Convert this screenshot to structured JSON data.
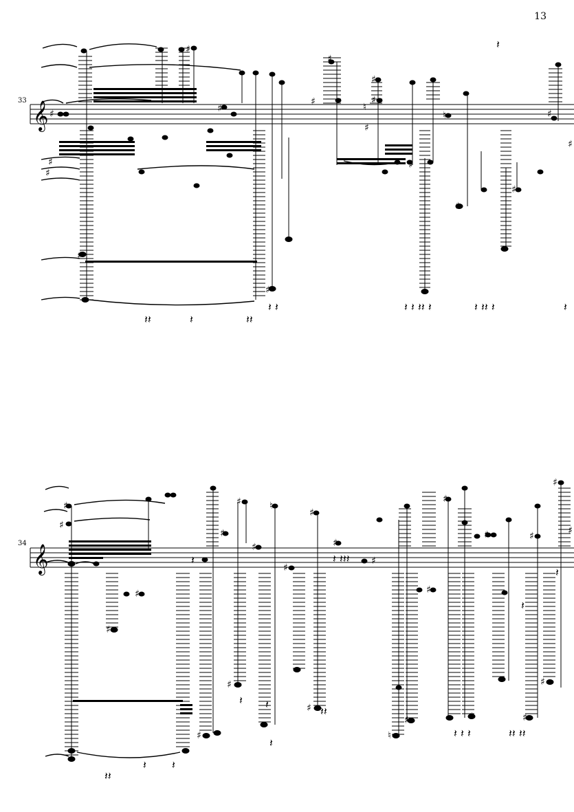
{
  "page": {
    "number": "13"
  },
  "systems": [
    {
      "measure": "33"
    },
    {
      "measure": "34"
    }
  ],
  "colors": {
    "ink": "#000000",
    "paper": "#ffffff"
  }
}
